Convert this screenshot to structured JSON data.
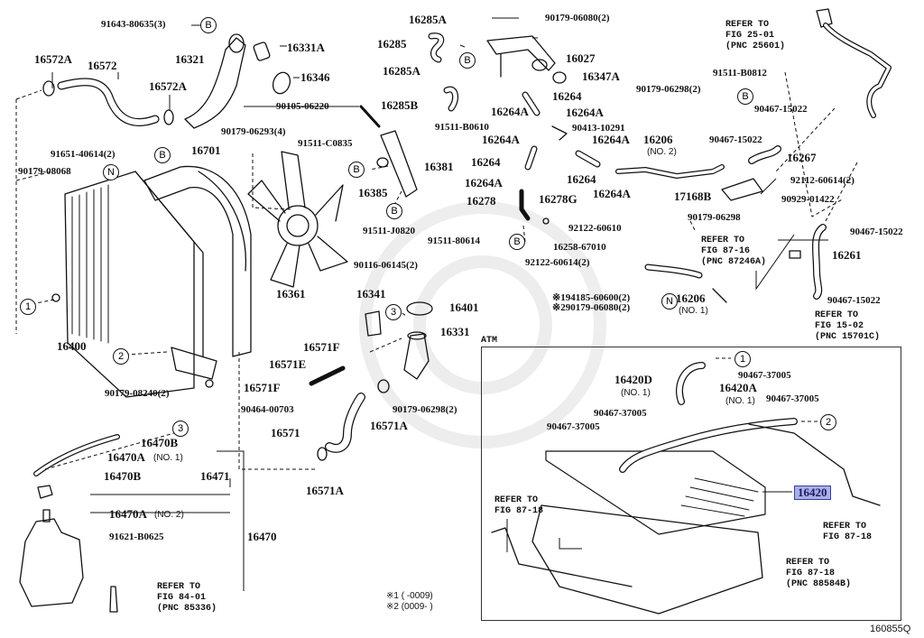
{
  "diagram": {
    "title": "Radiator & Water Outlet parts diagram",
    "figure_id": "160855Q",
    "atm_label": "ATM",
    "highlight_color": "#aab0e6",
    "highlighted_part": "16420",
    "footnotes": [
      "※1 (     -0009)",
      "※2 (0009-     )"
    ],
    "labels": {
      "p91643": "91643-80635(3)",
      "p16572A_1": "16572A",
      "p16572": "16572",
      "p16572A_2": "16572A",
      "p16321": "16321",
      "p16331A": "16331A",
      "p16346": "16346",
      "p90105": "90105-06220",
      "p90179_06293": "90179-06293(4)",
      "p91651": "91651-40614(2)",
      "p90179_08068": "90179-08068",
      "p16701": "16701",
      "p91511_C0835": "91511-C0835",
      "p16381": "16381",
      "p16385": "16385",
      "p91511_J0820": "91511-J0820",
      "p16361": "16361",
      "p16400": "16400",
      "p90179_08240": "90179-08240(2)",
      "p16285A_1": "16285A",
      "p16285": "16285",
      "p16285A_2": "16285A",
      "p16285B": "16285B",
      "p91511_B0610": "91511-B0610",
      "p90179_06080": "90179-06080(2)",
      "p16027": "16027",
      "p16347A": "16347A",
      "p16264_1": "16264",
      "p16264A_1": "16264A",
      "p16264A_2": "16264A",
      "p90413": "90413-10291",
      "p16264A_3": "16264A",
      "p16264A_4": "16264A",
      "p16264_2": "16264",
      "p16264_3": "16264",
      "p16264A_5": "16264A",
      "p16264A_6": "16264A",
      "p16278": "16278",
      "p16278G": "16278G",
      "p91511_80614": "91511-80614",
      "p92122_60610": "92122-60610",
      "p16258": "16258-67010",
      "p92122_60614": "92122-60614(2)",
      "p194185": "※194185-60600(2)",
      "p290179": "※290179-06080(2)",
      "p16206_1": "16206",
      "p16206_1_sub": "(NO. 1)",
      "p16206_2": "16206",
      "p16206_2_sub": "(NO. 2)",
      "p90179_06298_a": "90179-06298(2)",
      "p90179_06298_b": "90179-06298",
      "p91511_B0812": "91511-B0812",
      "p90467_15022_a": "90467-15022",
      "p90467_15022_b": "90467-15022",
      "p16267": "16267",
      "p17168B": "17168B",
      "p92112": "92112-60614(2)",
      "p90929": "90929-01422",
      "p90467_15022_c": "90467-15022",
      "p16261": "16261",
      "p90467_15022_d": "90467-15022",
      "p90116": "90116-06145(2)",
      "p16341": "16341",
      "p16401": "16401",
      "p16331": "16331",
      "p16571F_1": "16571F",
      "p16571E": "16571E",
      "p16571F_2": "16571F",
      "p90464": "90464-00703",
      "p16571": "16571",
      "p16571A_1": "16571A",
      "p16571A_2": "16571A",
      "p90179_06298_c": "90179-06298(2)",
      "p16470B_1": "16470B",
      "p16470A_1": "16470A",
      "p16470A_1_sub": "(NO. 1)",
      "p16470B_2": "16470B",
      "p16471": "16471",
      "p16470A_2": "16470A",
      "p16470A_2_sub": "(NO. 2)",
      "p91621": "91621-B0625",
      "p16470": "16470",
      "p16420D": "16420D",
      "p16420D_sub": "(NO. 1)",
      "p16420A": "16420A",
      "p16420A_sub": "(NO. 1)",
      "p90467_37005_a": "90467-37005",
      "p90467_37005_b": "90467-37005",
      "p90467_37005_c": "90467-37005",
      "p90467_37005_d": "90467-37005",
      "p16420": "16420"
    },
    "refers": {
      "r25": [
        "REFER TO",
        "FIG 25-01",
        "(PNC 25601)"
      ],
      "r87_16": [
        "REFER TO",
        "FIG 87-16",
        "(PNC 87246A)"
      ],
      "r15": [
        "REFER TO",
        "FIG 15-02",
        "(PNC 15701C)"
      ],
      "r84": [
        "REFER TO",
        "FIG 84-01",
        "(PNC 85336)"
      ],
      "r87_18a": [
        "REFER TO",
        "FIG 87-18"
      ],
      "r87_18b": [
        "REFER TO",
        "FIG 87-18"
      ],
      "r87_18c": [
        "REFER TO",
        "FIG 87-18",
        "(PNC 88584B)"
      ]
    },
    "markers": {
      "B": "B",
      "N": "N",
      "one": "1",
      "two": "2",
      "three": "3"
    }
  }
}
